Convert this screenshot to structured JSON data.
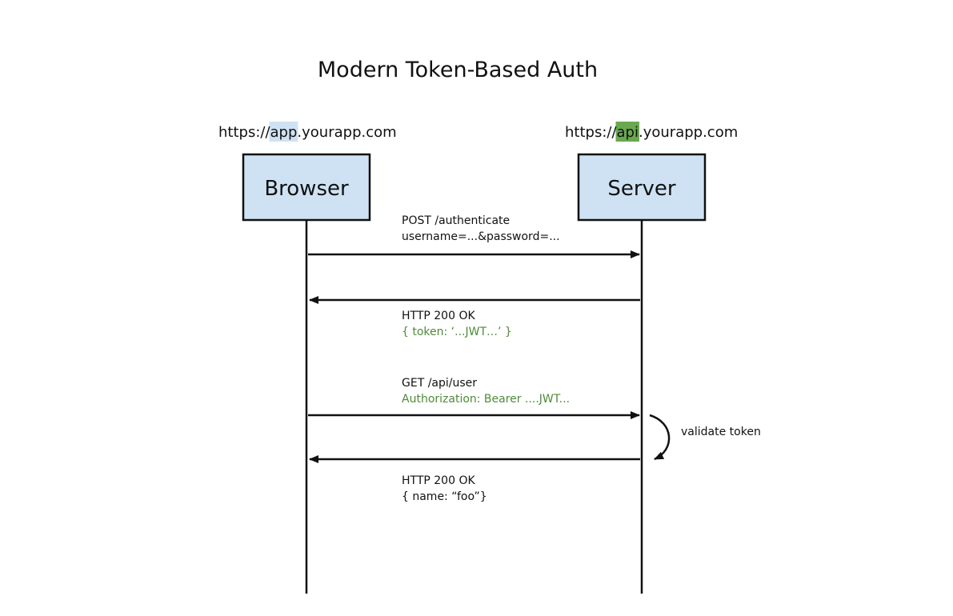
{
  "title": "Modern Token-Based Auth",
  "colors": {
    "box_fill": "#cfe2f3",
    "app_highlight": "#cfe2f3",
    "api_highlight": "#6aa84f",
    "green_text": "#4e8a3a",
    "line": "#111111"
  },
  "participants": {
    "browser": {
      "label": "Browser",
      "url_prefix": "https://",
      "url_sub": "app",
      "url_rest": ".yourapp.com"
    },
    "server": {
      "label": "Server",
      "url_prefix": "https://",
      "url_sub": "api",
      "url_rest": ".yourapp.com"
    }
  },
  "messages": [
    {
      "direction": "browser-to-server",
      "line1": "POST /authenticate",
      "line2": "username=...&password=...",
      "line2_green": false
    },
    {
      "direction": "server-to-browser",
      "line1": "HTTP 200 OK",
      "line2": "{ token: ‘...JWT…’ }",
      "line2_green": true
    },
    {
      "direction": "browser-to-server",
      "line1": "GET /api/user",
      "line2": "Authorization: Bearer ....JWT...",
      "line2_green": true
    },
    {
      "direction": "server-to-browser",
      "line1": "HTTP 200 OK",
      "line2": "{ name: “foo”}",
      "line2_green": false
    }
  ],
  "self_note": "validate token"
}
